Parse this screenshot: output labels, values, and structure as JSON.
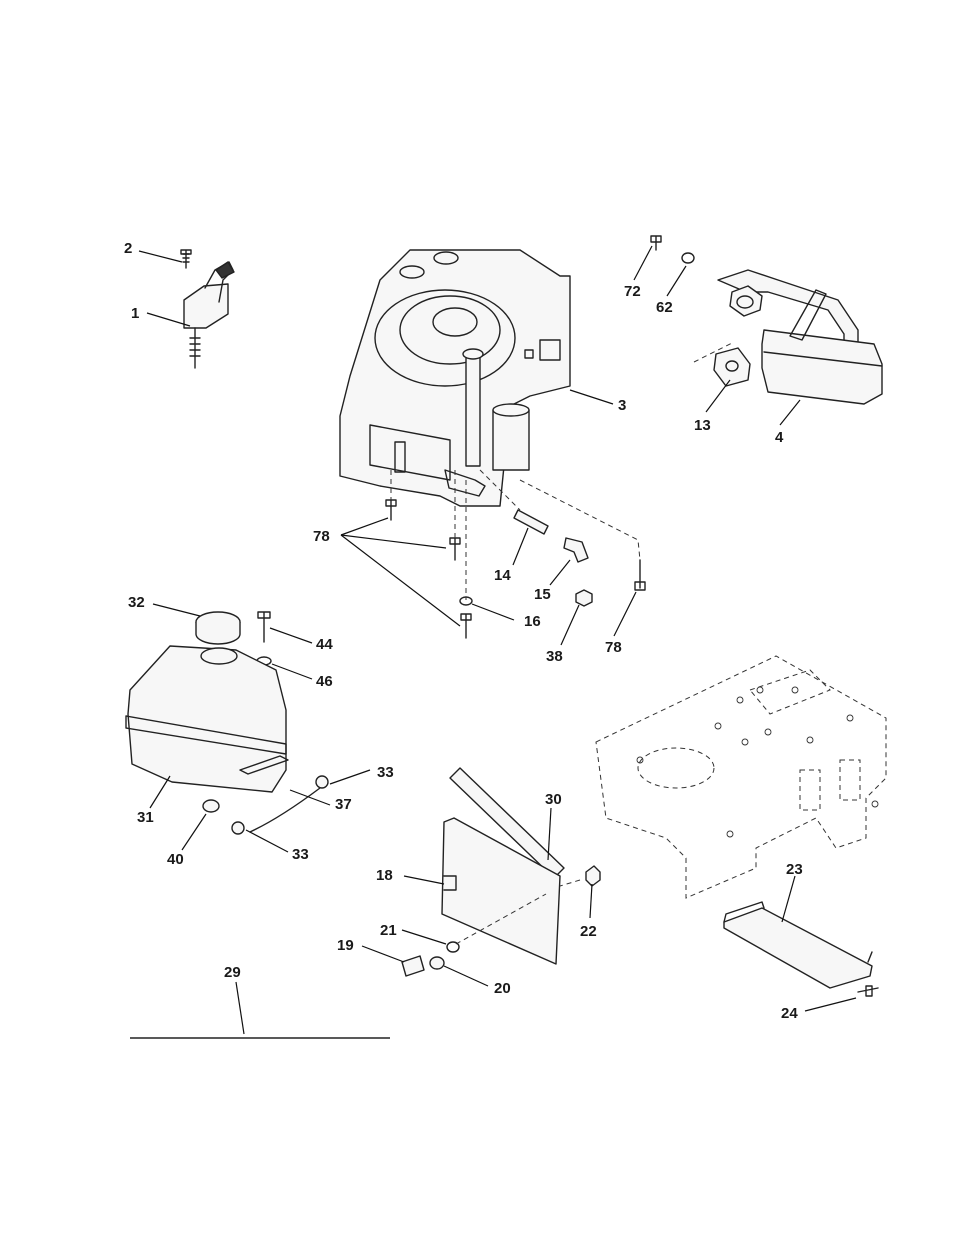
{
  "diagram": {
    "labels": {
      "p1": "1",
      "p2": "2",
      "p3": "3",
      "p4": "4",
      "p13": "13",
      "p14": "14",
      "p15": "15",
      "p16": "16",
      "p18": "18",
      "p19": "19",
      "p20": "20",
      "p21": "21",
      "p22": "22",
      "p23": "23",
      "p24": "24",
      "p29": "29",
      "p30": "30",
      "p31": "31",
      "p32": "32",
      "p33a": "33",
      "p33b": "33",
      "p37": "37",
      "p38": "38",
      "p40": "40",
      "p44": "44",
      "p46": "46",
      "p62": "62",
      "p72": "72",
      "p78a": "78",
      "p78b": "78"
    }
  }
}
